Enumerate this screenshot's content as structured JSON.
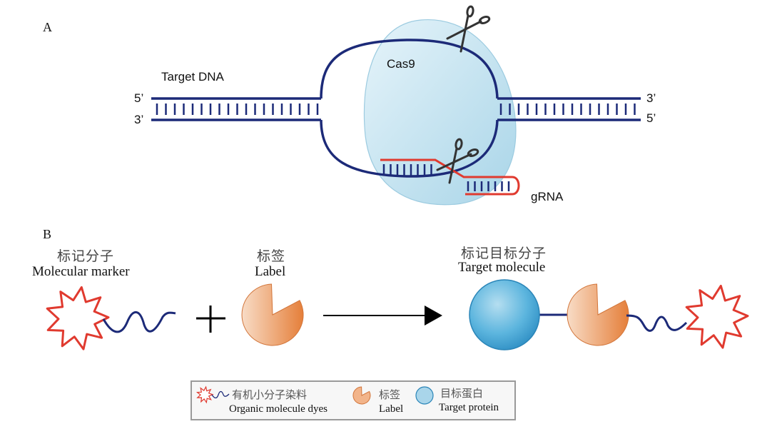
{
  "panel_a": {
    "label": "A",
    "target_dna_label": "Target DNA",
    "left_top_end": "5’",
    "left_bottom_end": "3’",
    "right_top_end": "3’",
    "right_bottom_end": "5’",
    "protein_label": "Cas9",
    "guide_label": "gRNA",
    "icons": [
      "scissors-icon",
      "scissors-icon"
    ]
  },
  "panel_b": {
    "label": "B",
    "marker": {
      "label_cn": "标记分子",
      "label_en": "Molecular marker"
    },
    "operator": "+",
    "tag": {
      "label_cn": "标签",
      "label_en": "Label"
    },
    "product": {
      "label_cn": "标记目标分子",
      "label_en": "Target molecule"
    }
  },
  "legend": {
    "items": [
      {
        "icon": "dye-icon",
        "label_cn": "有机小分子染料",
        "label_en": "Organic molecule dyes"
      },
      {
        "icon": "label-icon",
        "label_cn": "标签",
        "label_en": "Label"
      },
      {
        "icon": "protein-icon",
        "label_cn": "目标蛋白",
        "label_en": "Target protein"
      }
    ]
  },
  "colors": {
    "dna": "#1c2a78",
    "rna": "#e03a2f",
    "cas9_fill": "#bfe0ee",
    "cas9_stroke": "#8fc4dc",
    "dye": "#e03a2f",
    "label_fill": "#ee9a62",
    "protein_fill": "#5ab4dd"
  }
}
